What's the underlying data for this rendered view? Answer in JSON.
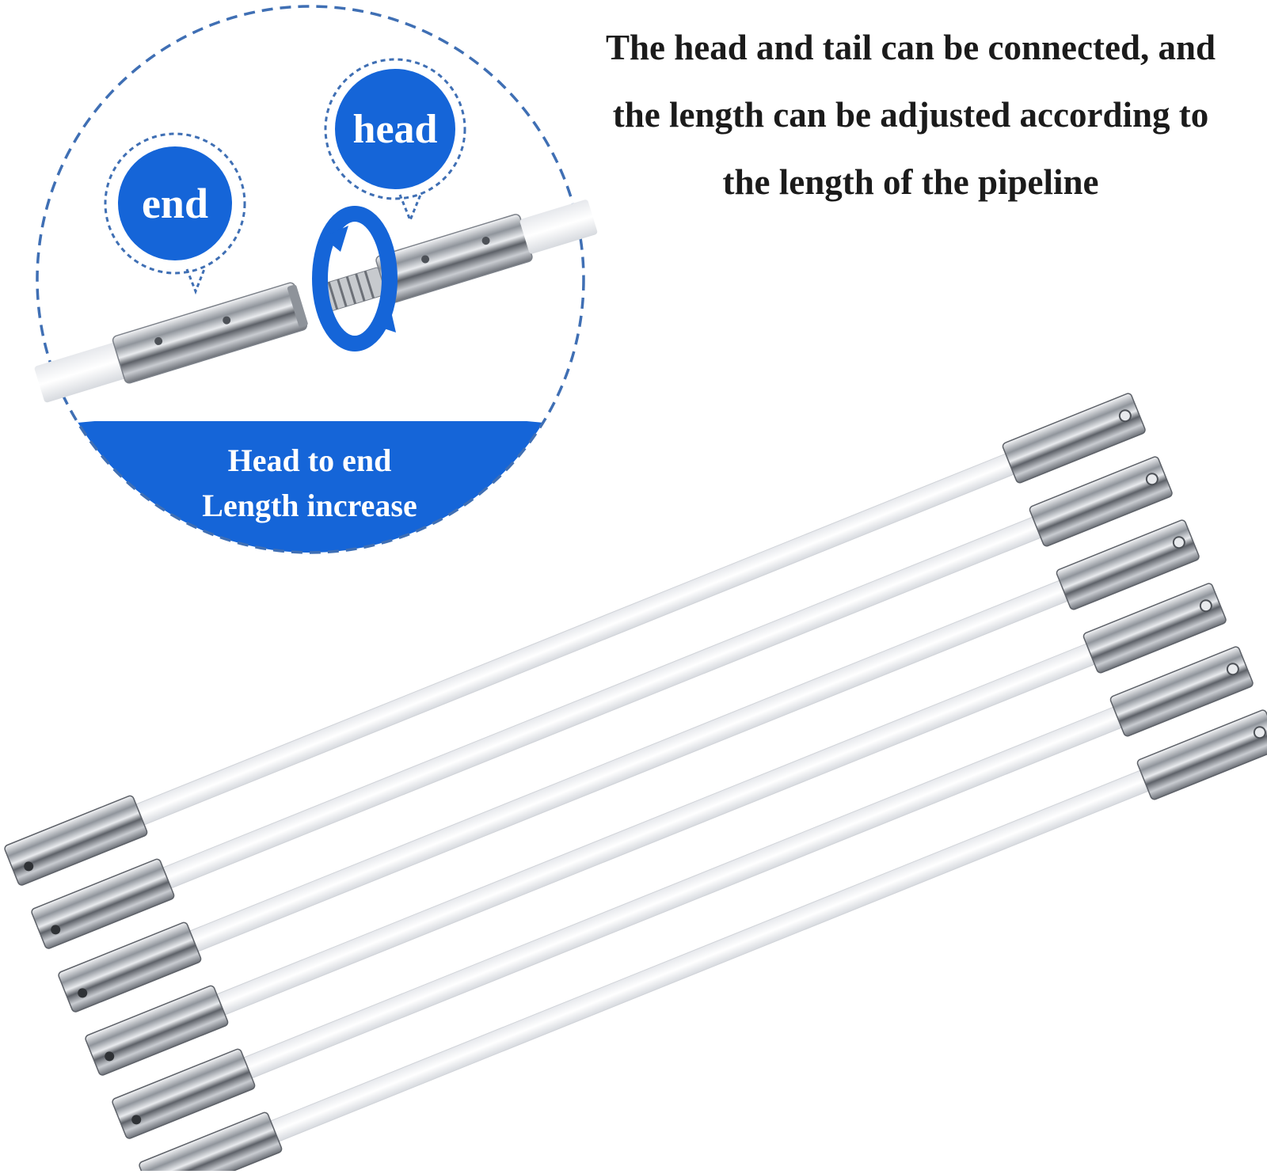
{
  "caption": {
    "line1": "The head and tail can be connected, and",
    "line2": "the length can be adjusted according to",
    "line3": "the length of the pipeline"
  },
  "inset": {
    "end_label": "end",
    "head_label": "head",
    "banner_line1": "Head to end",
    "banner_line2": "Length increase"
  },
  "colors": {
    "accent_blue": "#1565d8",
    "dash_blue": "#3f6fb4",
    "rod_white": "#fbfbfb",
    "metal": "#b8bcc2"
  },
  "product": {
    "rod_count": 6,
    "icons": [
      "rotate-arrow-icon"
    ]
  }
}
